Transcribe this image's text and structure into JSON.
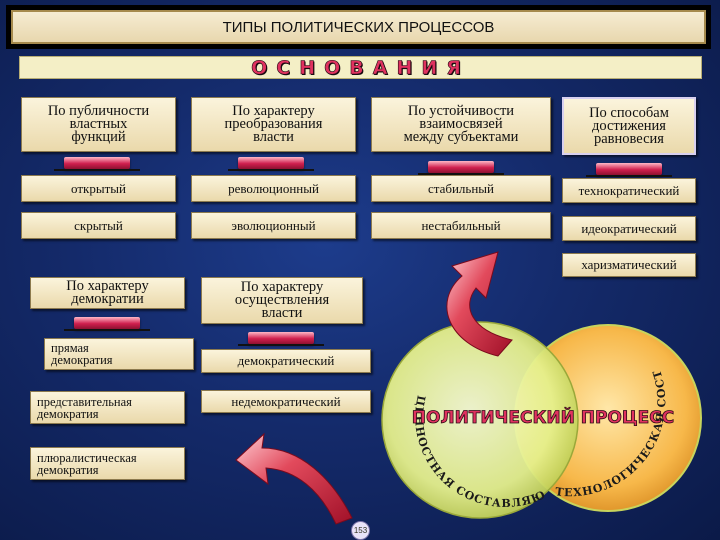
{
  "title": "ТИПЫ ПОЛИТИЧЕСКИХ ПРОЦЕССОВ",
  "banner": "ОСНОВАНИЯ",
  "columns": [
    {
      "header": [
        "По публичности",
        "властных",
        "функций"
      ],
      "items": [
        "открытый",
        "скрытый"
      ]
    },
    {
      "header": [
        "По характеру",
        "преобразования",
        "власти"
      ],
      "items": [
        "революционный",
        "эволюционный"
      ]
    },
    {
      "header": [
        "По устойчивости",
        "взаимосвязей",
        "между субъектами"
      ],
      "items": [
        "стабильный",
        "нестабильный"
      ]
    },
    {
      "header": [
        "По способам",
        "достижения",
        "равновесия"
      ],
      "items": [
        "технократический",
        "идеократический",
        "харизматический"
      ]
    }
  ],
  "democracy": {
    "header": [
      "По характеру",
      "демократии"
    ],
    "items": [
      [
        "прямая",
        "демократия"
      ],
      [
        "представительная",
        "демократия"
      ],
      [
        "плюралистическая",
        "демократия"
      ]
    ]
  },
  "power_exercise": {
    "header": [
      "По характеру",
      "осуществления",
      "власти"
    ],
    "items": [
      "демократический",
      "недемократический"
    ]
  },
  "center_label": "ПОЛИТИЧЕСКИЙ ПРОЦЕСС",
  "left_circle_label": "ЦЕННОСТНАЯ СОСТАВЛЯЮЩАЯ",
  "right_circle_label": "ТЕХНОЛОГИЧЕСКАЯ СОСТАВЛЯЮЩАЯ",
  "page_number": "153",
  "colors": {
    "background": "#142a6a",
    "box_fill": "#f3e7c2",
    "connector": "#d01f4e",
    "circle_green": "#e5f08c",
    "circle_orange": "#f7b84a",
    "center_text": "#e0325f",
    "arrow": "#d0243a"
  }
}
